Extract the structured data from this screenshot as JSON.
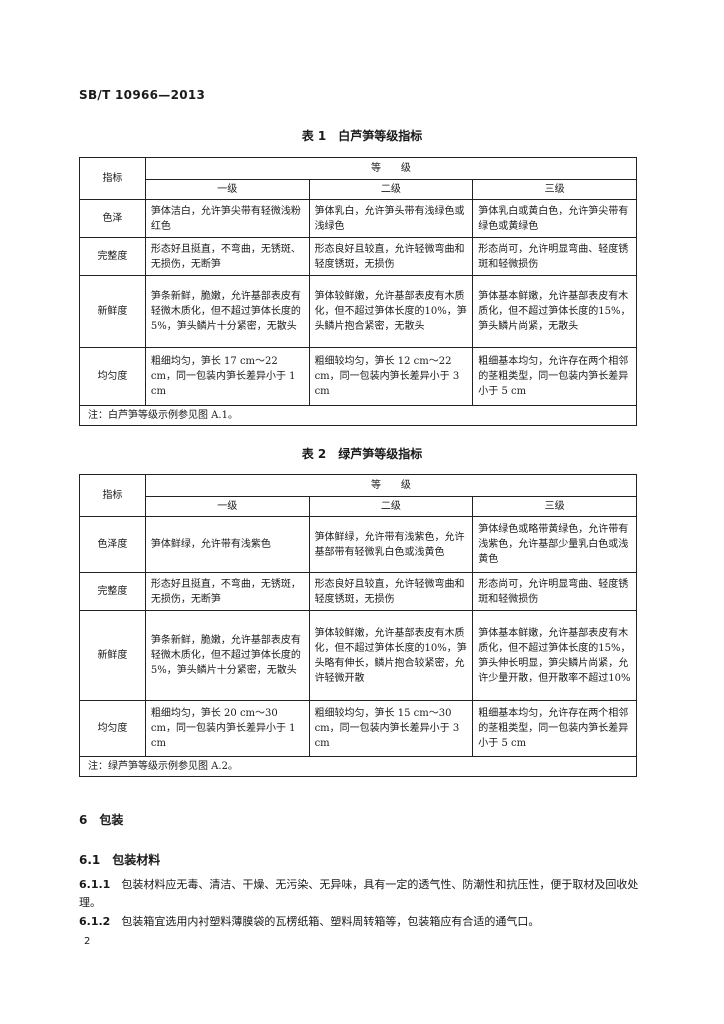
{
  "header": {
    "standard_code": "SB/T 10966—2013"
  },
  "table1": {
    "caption": "表 1　白芦笋等级指标",
    "col_indicator": "指标",
    "col_grade": "等　　级",
    "grades": [
      "一级",
      "二级",
      "三级"
    ],
    "rows": [
      {
        "name": "色泽",
        "cells": [
          "笋体洁白，允许笋尖带有轻微浅粉红色",
          "笋体乳白，允许笋头带有浅绿色或浅绿色",
          "笋体乳白或黄白色，允许笋尖带有绿色或黄绿色"
        ]
      },
      {
        "name": "完整度",
        "cells": [
          "形态好且挺直，不弯曲，无锈斑、无损伤，无断笋",
          "形态良好且较直，允许轻微弯曲和轻度锈斑，无损伤",
          "形态尚可，允许明显弯曲、轻度锈斑和轻微损伤"
        ]
      },
      {
        "name": "新鲜度",
        "cells": [
          "笋条新鲜，脆嫩，允许基部表皮有轻微木质化，但不超过笋体长度的5%，笋头鳞片十分紧密，无散头",
          "笋体较鲜嫩，允许基部表皮有木质化，但不超过笋体长度的10%，笋头鳞片抱合紧密，无散头",
          "笋体基本鲜嫩，允许基部表皮有木质化，但不超过笋体长度的15%，笋头鳞片尚紧，无散头"
        ]
      },
      {
        "name": "均匀度",
        "cells": [
          "粗细均匀，笋长 17 cm～22 cm，同一包装内笋长差异小于 1 cm",
          "粗细较均匀，笋长 12 cm～22 cm，同一包装内笋长差异小于 3 cm",
          "粗细基本均匀，允许存在两个相邻的茎粗类型，同一包装内笋长差异小于 5 cm"
        ]
      }
    ],
    "note": "注：白芦笋等级示例参见图 A.1。"
  },
  "table2": {
    "caption": "表 2　绿芦笋等级指标",
    "col_indicator": "指标",
    "col_grade": "等　　级",
    "grades": [
      "一级",
      "二级",
      "三级"
    ],
    "rows": [
      {
        "name": "色泽度",
        "cells": [
          "笋体鲜绿，允许带有浅紫色",
          "笋体鲜绿，允许带有浅紫色，允许基部带有轻微乳白色或浅黄色",
          "笋体绿色或略带黄绿色，允许带有浅紫色，允许基部少量乳白色或浅黄色"
        ]
      },
      {
        "name": "完整度",
        "cells": [
          "形态好且挺直，不弯曲，无锈斑，无损伤，无断笋",
          "形态良好且较直，允许轻微弯曲和轻度锈斑，无损伤",
          "形态尚可，允许明显弯曲、轻度锈斑和轻微损伤"
        ]
      },
      {
        "name": "新鲜度",
        "cells": [
          "笋条新鲜，脆嫩，允许基部表皮有轻微木质化，但不超过笋体长度的5%，笋头鳞片十分紧密，无散头",
          "笋体较鲜嫩，允许基部表皮有木质化，但不超过笋体长度的10%，笋头略有伸长，鳞片抱合较紧密，允许轻微开散",
          "笋体基本鲜嫩，允许基部表皮有木质化，但不超过笋体长度的15%，笋头伸长明显，笋尖鳞片尚紧，允许少量开散，但开散率不超过10%"
        ]
      },
      {
        "name": "均匀度",
        "cells": [
          "粗细均匀，笋长 20 cm～30 cm，同一包装内笋长差异小于 1 cm",
          "粗细较均匀，笋长 15 cm～30 cm，同一包装内笋长差异小于 3 cm",
          "粗细基本均匀，允许存在两个相邻的茎粗类型，同一包装内笋长差异小于 5 cm"
        ]
      }
    ],
    "note": "注：绿芦笋等级示例参见图 A.2。"
  },
  "section6": {
    "number": "6",
    "title": "包装"
  },
  "section61": {
    "number": "6.1",
    "title": "包装材料"
  },
  "clauses": [
    {
      "number": "6.1.1",
      "text": "包装材料应无毒、清洁、干燥、无污染、无异味，具有一定的透气性、防潮性和抗压性，便于取材及回收处理。"
    },
    {
      "number": "6.1.2",
      "text": "包装箱宜选用内衬塑料薄膜袋的瓦楞纸箱、塑料周转箱等，包装箱应有合适的通气口。"
    }
  ],
  "footer": {
    "page_number": "2"
  }
}
